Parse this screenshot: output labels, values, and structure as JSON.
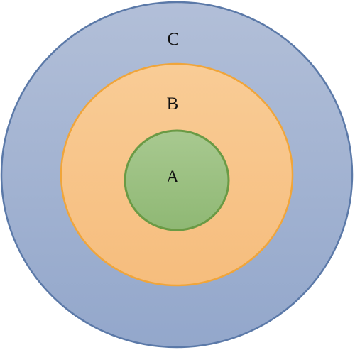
{
  "diagram": {
    "circles": [
      {
        "id": "C",
        "label": "C",
        "fill_top": "#B2BFD8",
        "fill_bottom": "#93A7CB",
        "stroke": "#5B79A8"
      },
      {
        "id": "B",
        "label": "B",
        "fill_top": "#F9CC96",
        "fill_bottom": "#F6BD7D",
        "stroke": "#F0A53A"
      },
      {
        "id": "A",
        "label": "A",
        "fill_top": "#A8C990",
        "fill_bottom": "#8FB874",
        "stroke": "#6A9A45"
      }
    ]
  }
}
